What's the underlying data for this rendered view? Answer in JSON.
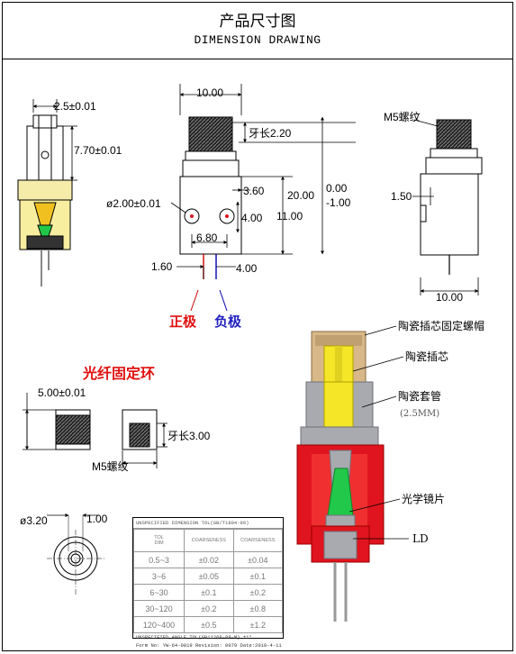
{
  "header": {
    "title_cn": "产品尺寸图",
    "title_en": "DIMENSION DRAWING"
  },
  "dims": {
    "d1": "2.5±0.01",
    "d2": "7.70±0.01",
    "d3": "10.00",
    "d4": "牙长2.20",
    "d5": "ø2.00±0.01",
    "d6": "3.60",
    "d7": "4.00",
    "d8": "6.80",
    "d9": "20.00",
    "d10": "11.00",
    "d11": "0.00",
    "d12": "-1.00",
    "d13": "1.60",
    "d14": "4.00",
    "d15": "M5螺纹",
    "d16": "1.50",
    "d17": "10.00",
    "d18": "5.00±0.01",
    "d19": "牙长3.00",
    "d20": "M5螺纹",
    "d21": "ø3.20",
    "d22": "1.00"
  },
  "labels": {
    "positive": "正极",
    "negative": "负极",
    "fiber_ring": "光纤固定环",
    "cap": "陶瓷插芯固定螺帽",
    "ferrule": "陶瓷插芯",
    "sleeve": "陶瓷套管",
    "sleeve_size": "(2.5MM)",
    "lens": "光学镜片",
    "ld": "LD"
  },
  "tolerance_table": {
    "title": "UNSPECIFIED DIMENSION TOL(GB/T1804-90)",
    "col_dim_top": "TOL",
    "col_dim_bottom": "DIM",
    "col_a": "COARSENESS",
    "col_b": "COARSENESS",
    "rows": [
      {
        "dim": "0.5~3",
        "a": "±0.02",
        "b": "±0.04"
      },
      {
        "dim": "3~6",
        "a": "±0.05",
        "b": "±0.1"
      },
      {
        "dim": "6~30",
        "a": "±0.1",
        "b": "±0.2"
      },
      {
        "dim": "30~120",
        "a": "±0.2",
        "b": "±0.8"
      },
      {
        "dim": "120~400",
        "a": "±0.5",
        "b": "±1.2"
      }
    ],
    "footer1": "UNSPECIFIED ANGLE TOL(GB11268-89-M) ±1°",
    "footer2": "Form No: YW-64-0019 Revision: 0079   Date:2018-4-11"
  },
  "colors": {
    "red_body": "#e0141e",
    "yellow_core": "#f5e628",
    "tan_cap": "#d8b888",
    "green_lens": "#22c84a",
    "grey_sleeve": "#a8aab0"
  }
}
